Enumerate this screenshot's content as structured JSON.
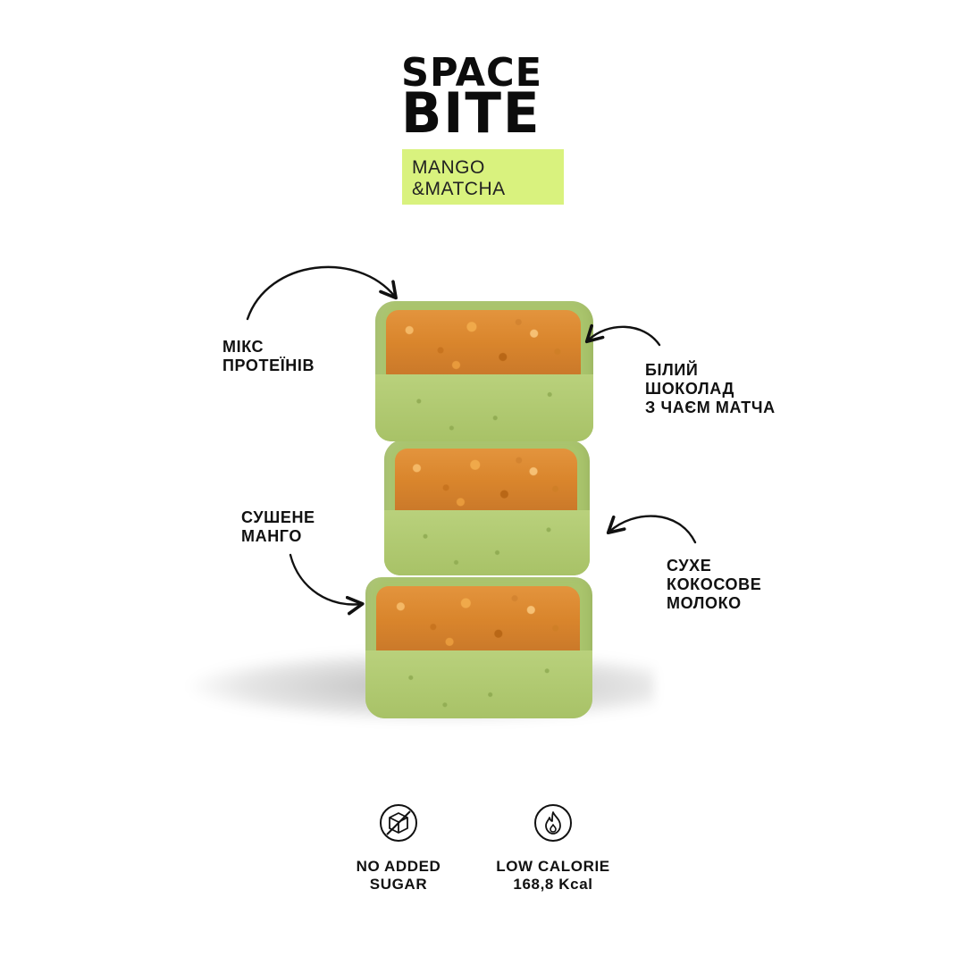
{
  "brand": {
    "line1": "SPACE",
    "line2": "BITE"
  },
  "flavor": {
    "line1": "MANGO",
    "line2": "&MATCHA",
    "badge_color": "#d9f27e"
  },
  "callouts": {
    "protein": {
      "line1": "МІКС",
      "line2": "ПРОТЕЇНІВ"
    },
    "chocolate": {
      "line1": "БІЛИЙ",
      "line2": "ШОКОЛАД",
      "line3": "З ЧАЄМ МАТЧА"
    },
    "mango": {
      "line1": "СУШЕНЕ",
      "line2": "МАНГО"
    },
    "coconut": {
      "line1": "СУХЕ",
      "line2": "КОКОСОВЕ",
      "line3": "МОЛОКО"
    }
  },
  "badges": {
    "sugar": {
      "icon": "no-sugar-cube-icon",
      "line1": "NO ADDED",
      "line2": "SUGAR"
    },
    "calorie": {
      "icon": "flame-icon",
      "line1": "LOW CALORIE",
      "line2": "168,8 Kcal"
    }
  },
  "colors": {
    "accent": "#d9f27e",
    "matcha": "#a9c46c",
    "crumb": "#d9852c"
  }
}
